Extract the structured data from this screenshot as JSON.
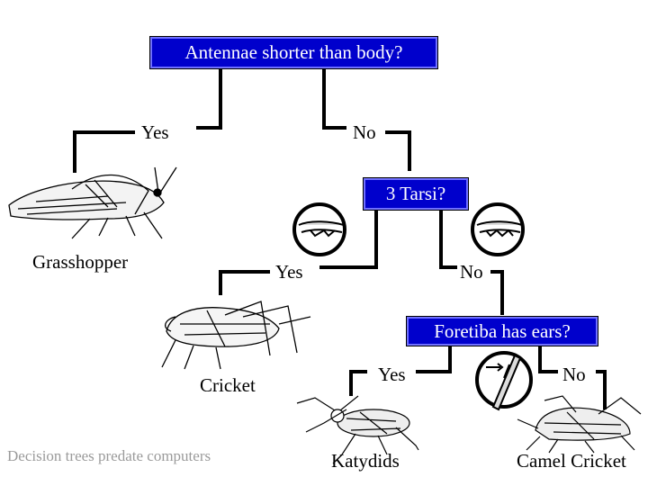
{
  "questions": {
    "q1": "Antennae shorter than body?",
    "q2": "3 Tarsi?",
    "q3": "Foretiba has ears?"
  },
  "branches": {
    "q1_yes": "Yes",
    "q1_no": "No",
    "q2_yes": "Yes",
    "q2_no": "No",
    "q3_yes": "Yes",
    "q3_no": "No"
  },
  "leaves": {
    "grasshopper": "Grasshopper",
    "cricket": "Cricket",
    "katydids": "Katydids",
    "camel_cricket": "Camel Cricket"
  },
  "caption": "Decision trees predate computers",
  "colors": {
    "question_box": "#0000cc",
    "question_text": "#ffffff",
    "lines": "#000000"
  }
}
